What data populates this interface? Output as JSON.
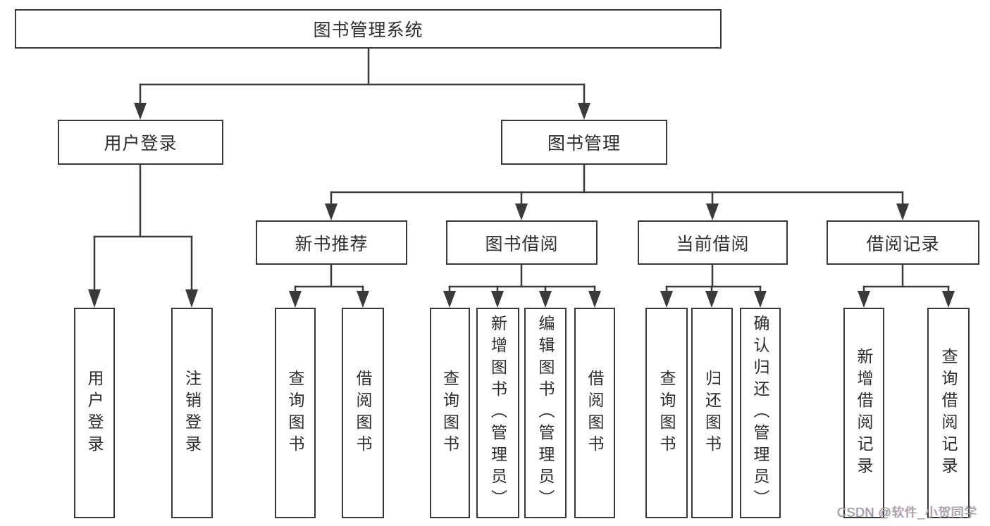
{
  "diagram": {
    "root": {
      "label": "图书管理系统"
    },
    "level2": [
      {
        "label": "用户登录"
      },
      {
        "label": "图书管理"
      }
    ],
    "level3": [
      {
        "label": "新书推荐"
      },
      {
        "label": "图书借阅"
      },
      {
        "label": "当前借阅"
      },
      {
        "label": "借阅记录"
      }
    ],
    "leaves": {
      "user_login": [
        {
          "label": "用户登录"
        },
        {
          "label": "注销登录"
        }
      ],
      "new_book_recommend": [
        {
          "label": "查询图书"
        },
        {
          "label": "借阅图书"
        }
      ],
      "book_borrowing": [
        {
          "label": "查询图书"
        },
        {
          "label": "新增图书（管理员）"
        },
        {
          "label": "编辑图书（管理员）"
        },
        {
          "label": "借阅图书"
        }
      ],
      "current_borrowing": [
        {
          "label": "查询图书"
        },
        {
          "label": "归还图书"
        },
        {
          "label": "确认归还（管理员）"
        }
      ],
      "borrowing_records": [
        {
          "label": "新增借阅记录"
        },
        {
          "label": "查询借阅记录"
        }
      ]
    }
  },
  "watermark": {
    "text": "CSDN @软件_小贺同学"
  },
  "colors": {
    "line": "#3a3a3a",
    "box_border": "#383838",
    "text": "#2d2d2d",
    "watermark": "#9b9b9b",
    "background": "#ffffff"
  }
}
